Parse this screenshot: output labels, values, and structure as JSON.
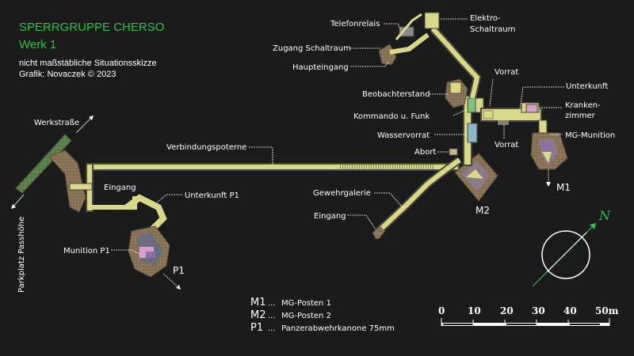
{
  "header": {
    "title_line1": "SPERRGRUPPE CHERSO",
    "title_line2": "Werk 1",
    "subtitle_line1": "nicht maßstäbliche Situationsskizze",
    "subtitle_line2": "Grafik: Novaczek © 2023"
  },
  "labels": {
    "telefonrelais": "Telefonrelais",
    "elektro": "Elektro-",
    "schaltraum": "Schaltraum",
    "zugang_schaltraum": "Zugang Schaltraum",
    "haupteingang": "Haupteingang",
    "vorrat_top": "Vorrat",
    "unterkunft": "Unterkunft",
    "beobachterstand": "Beobachterstand",
    "kranken": "Kranken-",
    "zimmer": "zimmer",
    "kommando": "Kommando u. Funk",
    "mg_munition": "MG-Munition",
    "wasservorrat": "Wasservorrat",
    "vorrat_bottom": "Vorrat",
    "verbindungspoterne": "Verbindungspoterne",
    "abort": "Abort",
    "werkstrasse": "Werkstraße",
    "eingang_left": "Eingang",
    "unterkunft_p1": "Unterkunft P1",
    "gewehrgalerie": "Gewehrgalerie",
    "eingang_bottom": "Eingang",
    "munition_p1": "Munition P1",
    "parkplatz": "Parkplatz Passhöhe",
    "m1": "M1",
    "m2": "M2",
    "p1": "P1",
    "north": "N"
  },
  "legend": [
    {
      "key": "M1",
      "sep": "...",
      "text": "MG-Posten 1"
    },
    {
      "key": "M2",
      "sep": "...",
      "text": "MG-Posten 2"
    },
    {
      "key": "P1",
      "sep": "...",
      "text": "Panzerabwehrkanone 75mm"
    }
  ],
  "scale": {
    "ticks": [
      "0",
      "10",
      "20",
      "30",
      "40",
      "50m"
    ]
  },
  "colors": {
    "background": "#1b1b1b",
    "tunnel": "#d9d88a",
    "rock": "#8a7458",
    "title": "#2ec04a",
    "room_green": "#7fbf7f",
    "room_blue": "#8fb4c8",
    "room_pink": "#d8a0c8",
    "gun_purple": "#8a6fa8"
  }
}
